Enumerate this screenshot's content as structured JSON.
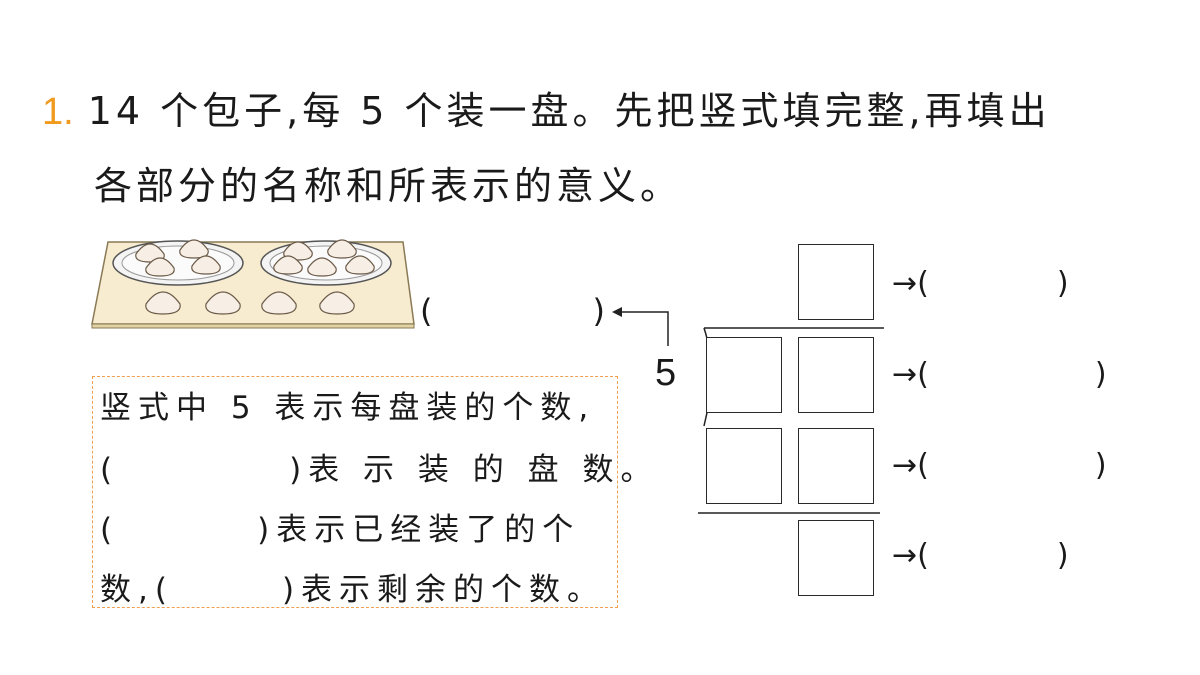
{
  "question": {
    "number": "1.",
    "line1": "14 个包子,每 5 个装一盘。先把竖式填完整,再填出",
    "line2": "各部分的名称和所表示的意义。"
  },
  "tray_paren": {
    "open": "(",
    "close": ")"
  },
  "explanation": {
    "line1": "竖式中 5 表示每盘装的个数,",
    "line2_open": "(",
    "line2_close": ")表 示 装 的 盘 数。",
    "line3_open": "(",
    "line3_close": ")表示已经装了的个",
    "line4_start": "数,(",
    "line4_close": ")表示剩余的个数。"
  },
  "division": {
    "divisor": "5",
    "labels": [
      {
        "arrow": "→(",
        "close": ")"
      },
      {
        "arrow": "→(",
        "close": ")"
      },
      {
        "arrow": "→(",
        "close": ")"
      },
      {
        "arrow": "→(",
        "close": ")"
      }
    ]
  },
  "colors": {
    "accent": "#f09a1e",
    "dashed_border": "#f0a050"
  }
}
